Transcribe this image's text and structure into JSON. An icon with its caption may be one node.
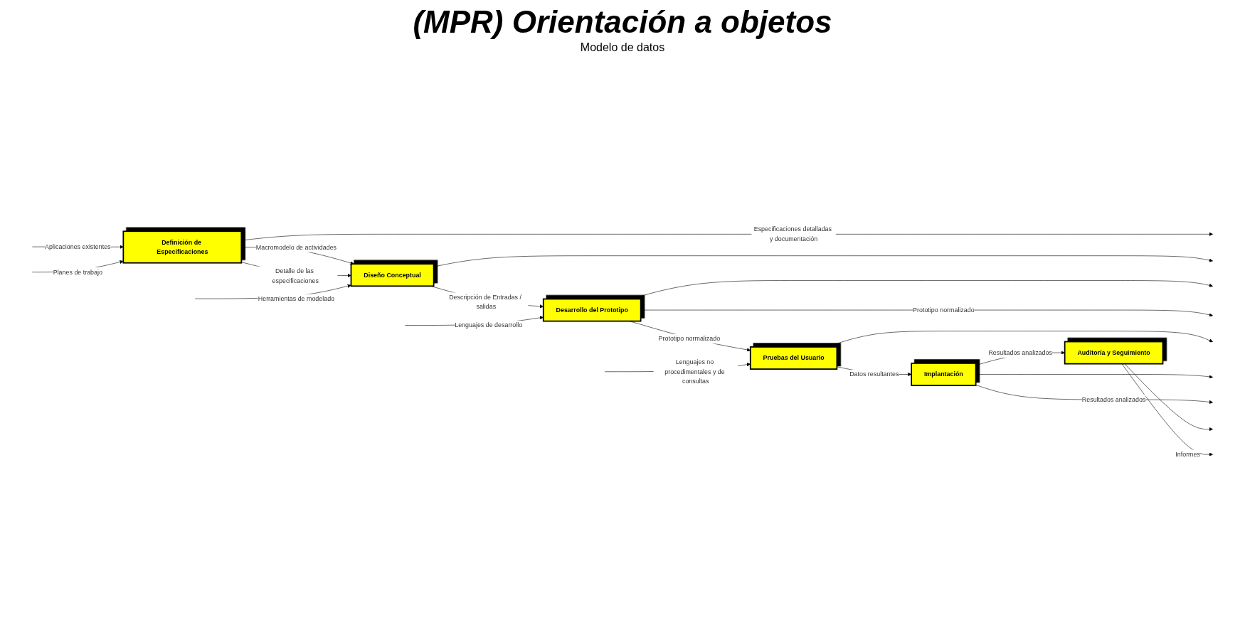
{
  "diagram": {
    "title": "(MPR) Orientación a objetos",
    "nodes": [
      {
        "text": [
          "Definición de Especificaciones"
        ]
      },
      {
        "text": [
          "Diseño Conceptual"
        ]
      },
      {
        "text": [
          "Desarrollo del Prototipo"
        ]
      },
      {
        "text": [
          "Pruebas del Usuario"
        ]
      },
      {
        "text": [
          "Implantación"
        ]
      },
      {
        "text": [
          "Auditoría y Seguimiento"
        ]
      }
    ],
    "edges": [
      {
        "from": null,
        "to": 0,
        "arrow": "to",
        "label": "Aplicaciones existentes"
      },
      {
        "from": null,
        "to": 0,
        "arrow": "to",
        "label": "Planes de trabajo"
      },
      {
        "from": 0,
        "to": null,
        "arrow": "to",
        "label": "Especificaciones detalladas y documentación"
      },
      {
        "from": 0,
        "to": 1,
        "arrow": "to",
        "label": "Macromodelo de actividades"
      },
      {
        "from": 0,
        "to": 1,
        "arrow": "to",
        "label": "Detalle de las especificaciones"
      },
      {
        "from": null,
        "to": 1,
        "arrow": "to",
        "label": "Herramientas de modelado"
      },
      {
        "from": 1,
        "to": null,
        "arrow": "to"
      },
      {
        "from": 1,
        "to": 2,
        "arrow": "to",
        "label": "Descripción de Entradas / salidas"
      },
      {
        "from": null,
        "to": 2,
        "arrow": "to",
        "label": "Lenguajes de desarrollo"
      },
      {
        "from": 2,
        "to": null,
        "arrow": "to"
      },
      {
        "from": 2,
        "to": null,
        "arrow": "to",
        "label": "Prototipo normalizado"
      },
      {
        "from": 2,
        "to": 3,
        "arrow": "to",
        "label": "Prototipo normalizado"
      },
      {
        "from": null,
        "to": 3,
        "arrow": "to",
        "label": "Lenguajes no procedimentales y de consultas"
      },
      {
        "from": 3,
        "to": null,
        "arrow": "to"
      },
      {
        "from": 3,
        "to": 4,
        "arrow": "to",
        "label": "Datos resultantes"
      },
      {
        "from": 4,
        "to": null,
        "arrow": "to"
      },
      {
        "from": 4,
        "to": null,
        "arrow": "to",
        "label": "Resultados analizados"
      },
      {
        "from": 4,
        "to": 5,
        "arrow": "to",
        "label": "Resultados analizados"
      },
      {
        "from": 5,
        "to": null,
        "arrow": "to"
      },
      {
        "from": 5,
        "to": null,
        "arrow": "to",
        "label": "Informes"
      }
    ],
    "labels": [
      "Modelo de datos"
    ]
  }
}
